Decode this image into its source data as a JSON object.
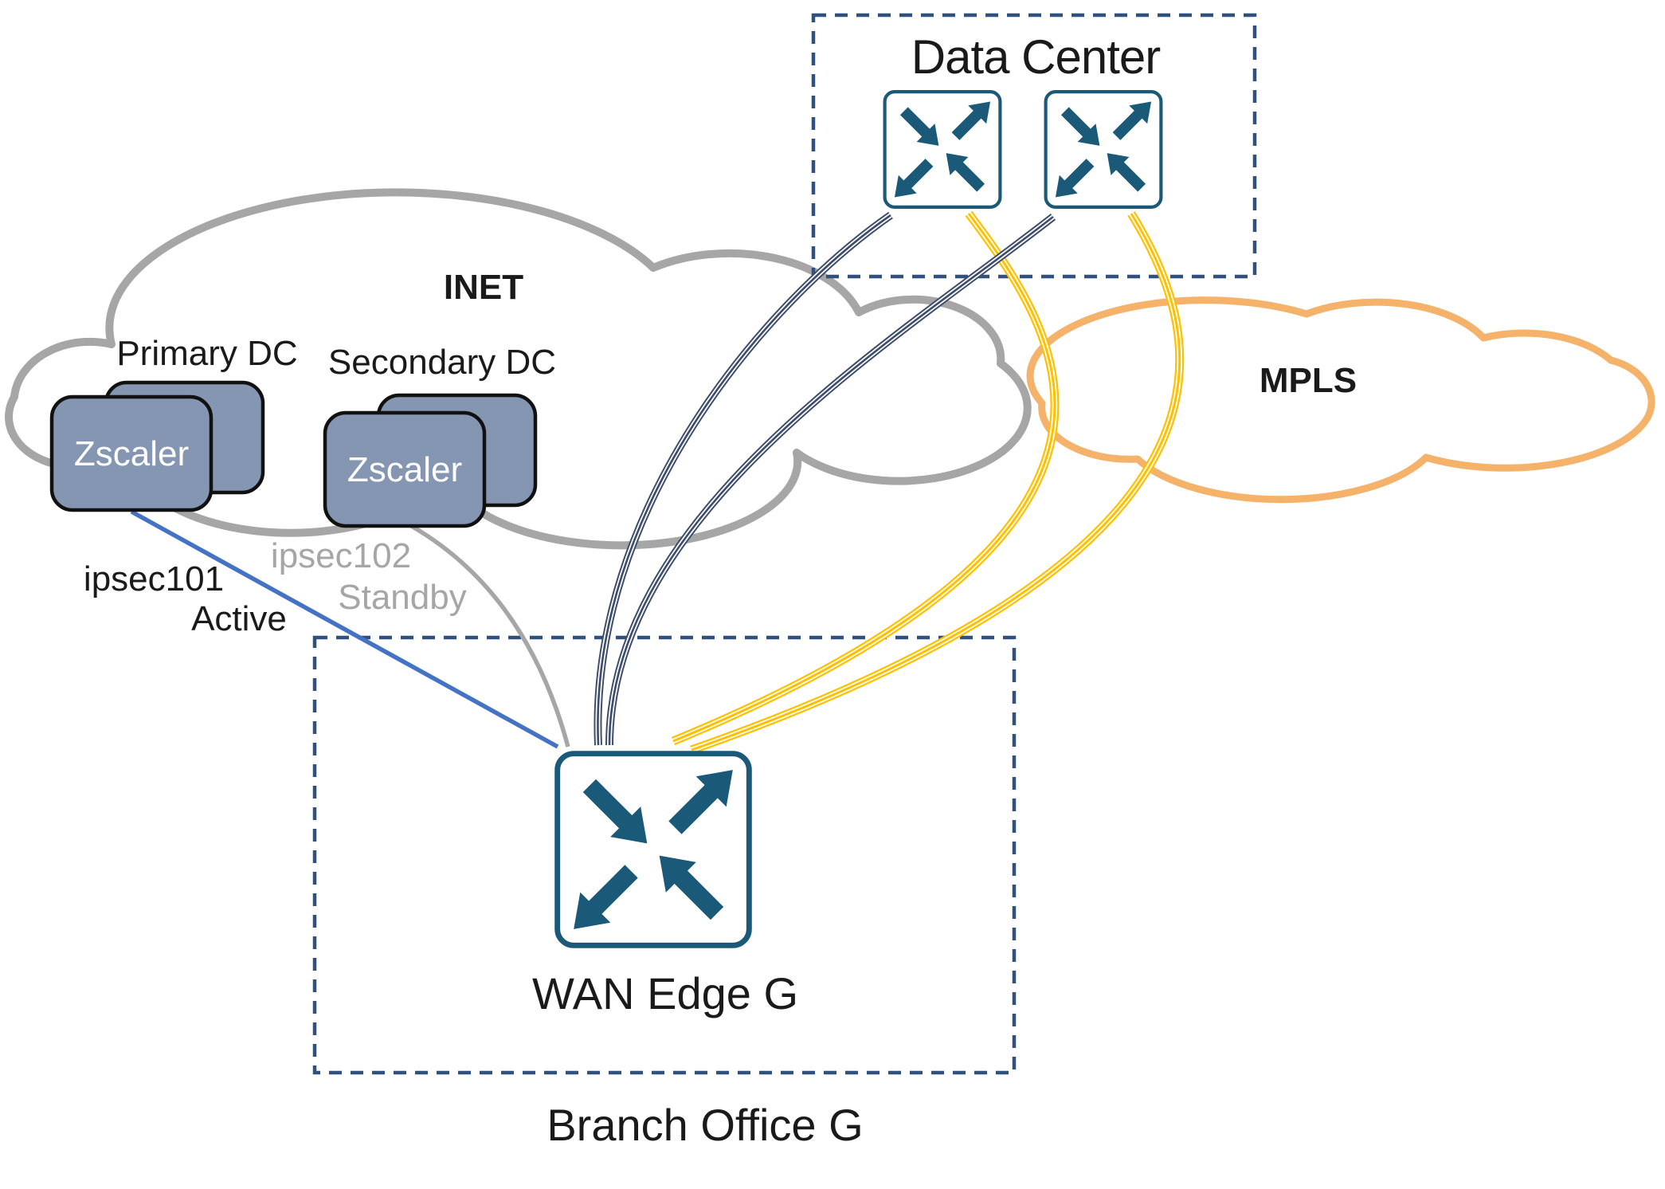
{
  "data_center": {
    "label": "Data Center"
  },
  "clouds": {
    "inet": {
      "label": "INET"
    },
    "mpls": {
      "label": "MPLS"
    }
  },
  "zscaler": {
    "primary": {
      "dc_label": "Primary DC",
      "node_label": "Zscaler"
    },
    "secondary": {
      "dc_label": "Secondary DC",
      "node_label": "Zscaler"
    }
  },
  "tunnels": {
    "primary": {
      "name": "ipsec101",
      "status": "Active"
    },
    "secondary": {
      "name": "ipsec102",
      "status": "Standby"
    }
  },
  "branch": {
    "label": "Branch Office G",
    "device_label": "WAN Edge G"
  },
  "colors": {
    "inet_cloud": "#A6A6A6",
    "mpls_cloud": "#F4B26A",
    "dashed_box": "#30507D",
    "inet_link": "#3E4E6A",
    "mpls_link": "#FFC000",
    "tunnel_active": "#4472C4",
    "tunnel_standby": "#A6A6A6",
    "router_outline": "#1A5A78",
    "zscaler_fill": "#8596B3",
    "text": "#1A1A1A"
  }
}
